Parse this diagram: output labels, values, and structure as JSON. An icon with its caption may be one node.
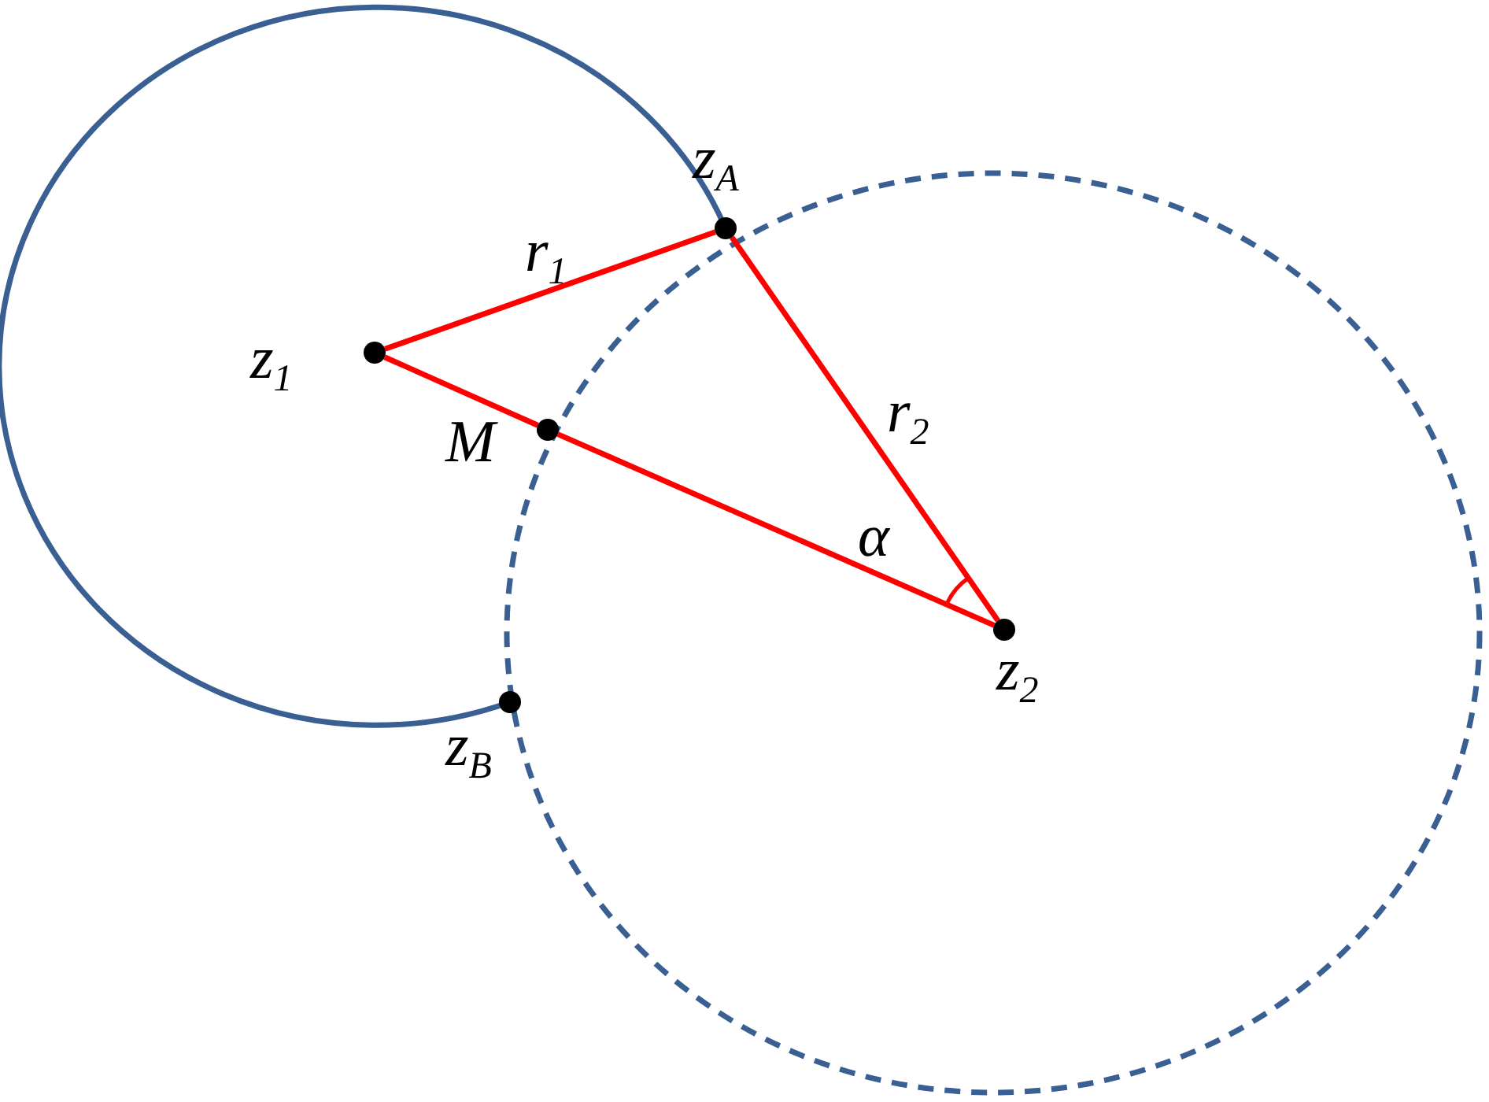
{
  "diagram": {
    "nodes": [
      {
        "text": [
          "z$_{1}$"
        ]
      },
      {
        "text": [
          "z$_{A}$"
        ]
      },
      {
        "text": [
          "M"
        ]
      },
      {
        "text": [
          "z$_{2}$"
        ]
      },
      {
        "text": [
          "z$_{B}$"
        ]
      }
    ],
    "edges": [
      {
        "from": 0,
        "to": 1,
        "arrow": "none",
        "label": "r$_{1}$",
        "color": "#ff0000"
      },
      {
        "from": 1,
        "to": 3,
        "arrow": "none",
        "label": "r$_{2}$",
        "color": "#ff0000"
      },
      {
        "from": 0,
        "to": 2,
        "arrow": "none",
        "color": "#ff0000"
      },
      {
        "from": 2,
        "to": 3,
        "arrow": "none",
        "color": "#ff0000"
      }
    ],
    "labels": [
      "α"
    ]
  }
}
